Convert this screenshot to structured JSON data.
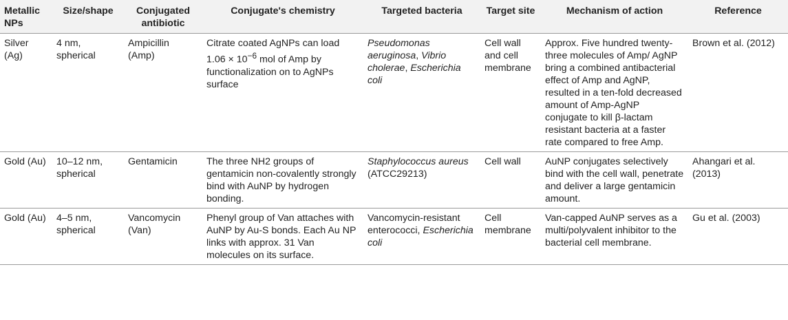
{
  "columns": [
    "Metallic NPs",
    "Size/shape",
    "Conjugated antibiotic",
    "Conjugate's chemistry",
    "Targeted bacteria",
    "Target site",
    "Mechanism of action",
    "Reference"
  ],
  "rows": [
    {
      "np": "Silver (Ag)",
      "size": "4 nm, spherical",
      "antibiotic": "Ampicillin (Amp)",
      "chemistry": "Citrate coated AgNPs can load 1.06 × 10",
      "chemistry_sup": "−6",
      "chemistry_rest": " mol of Amp by functionalization on to AgNPs surface",
      "bacteria": [
        {
          "text": "Pseudomonas aeruginosa",
          "italic": true
        },
        {
          "text": ", ",
          "italic": false
        },
        {
          "text": "Vibrio cholerae",
          "italic": true
        },
        {
          "text": ", ",
          "italic": false
        },
        {
          "text": "Escherichia coli",
          "italic": true
        }
      ],
      "site": "Cell wall and cell membrane",
      "mechanism": "Approx. Five hundred twenty-three molecules of Amp/ AgNP bring a combined antibacterial effect of Amp and AgNP, resulted in a ten-fold decreased amount of Amp-AgNP conjugate to kill β-lactam resistant bacteria at a faster rate compared to free Amp.",
      "reference": "Brown et al. (2012)"
    },
    {
      "np": "Gold (Au)",
      "size": "10–12 nm, spherical",
      "antibiotic": "Gentamicin",
      "chemistry": "The three NH2 groups of gentamicin non-covalently strongly bind with AuNP by hydrogen bonding.",
      "chemistry_sup": "",
      "chemistry_rest": "",
      "bacteria": [
        {
          "text": "Staphylococcus aureus",
          "italic": true
        },
        {
          "text": " (ATCC29213)",
          "italic": false
        }
      ],
      "site": "Cell wall",
      "mechanism": "AuNP conjugates selectively bind with the cell wall, penetrate and deliver a large gentamicin amount.",
      "reference": "Ahangari et al. (2013)"
    },
    {
      "np": "Gold (Au)",
      "size": "4–5 nm, spherical",
      "antibiotic": "Vancomycin (Van)",
      "chemistry": "Phenyl group of Van attaches with AuNP by Au-S bonds. Each Au NP links with approx. 31 Van molecules on its surface.",
      "chemistry_sup": "",
      "chemistry_rest": "",
      "bacteria": [
        {
          "text": "Vancomycin-resistant enterococci, ",
          "italic": false
        },
        {
          "text": "Escherichia coli",
          "italic": true
        }
      ],
      "site": "Cell membrane",
      "mechanism": "Van-capped AuNP serves as a multi/polyvalent inhibitor to the bacterial cell membrane.",
      "reference": "Gu et al. (2003)"
    }
  ]
}
